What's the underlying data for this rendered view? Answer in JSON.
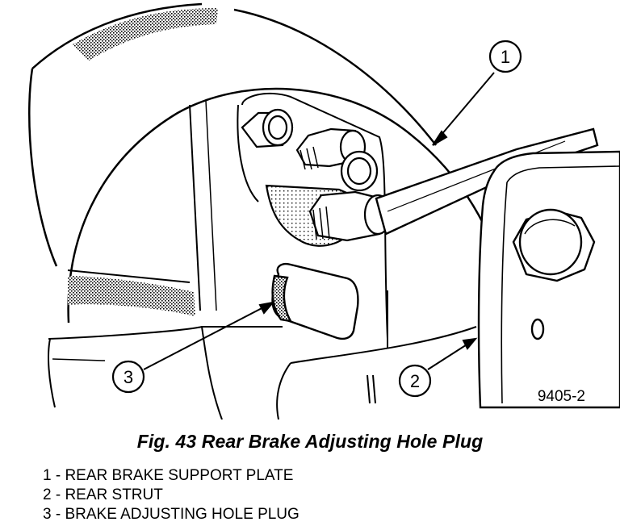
{
  "figure": {
    "id_label": "9405-2",
    "callouts": [
      {
        "number": "1",
        "label": "REAR BRAKE SUPPORT PLATE"
      },
      {
        "number": "2",
        "label": "REAR STRUT"
      },
      {
        "number": "3",
        "label": "BRAKE ADJUSTING HOLE PLUG"
      }
    ]
  },
  "caption": "Fig. 43 Rear Brake Adjusting Hole Plug",
  "legend": [
    "1 - REAR BRAKE SUPPORT PLATE",
    "2 - REAR STRUT",
    "3 - BRAKE ADJUSTING HOLE PLUG"
  ],
  "colors": {
    "ink": "#000000",
    "paper": "#ffffff",
    "shade": "#9a9a9a"
  },
  "icons": [
    "brake-support-plate",
    "bolt-hex-icon",
    "rear-strut",
    "adjusting-hole-plug",
    "brake-tool-rod"
  ]
}
